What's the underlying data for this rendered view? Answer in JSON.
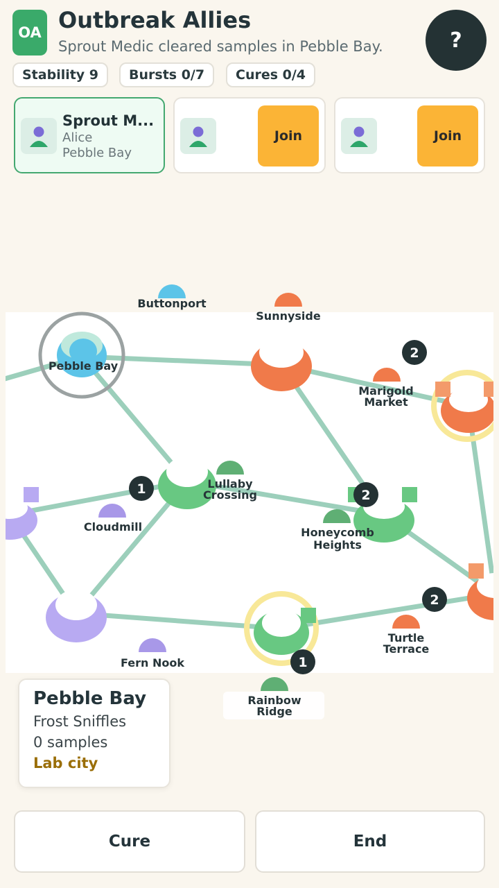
{
  "header": {
    "badge": "OA",
    "title": "Outbreak Allies",
    "subtitle": "Sprout Medic cleared samples in Pebble Bay.",
    "help_label": "?"
  },
  "stats": {
    "stability": "Stability 9",
    "bursts": "Bursts 0/7",
    "cures": "Cures 0/4"
  },
  "players": [
    {
      "name": "Sprout M...",
      "user": "Alice",
      "location": "Pebble Bay",
      "active": true
    },
    {
      "join_label": "Join"
    },
    {
      "join_label": "Join"
    }
  ],
  "colors": {
    "green": "#4fc07a",
    "orange": "#f07a4a",
    "blue": "#5cc4e8",
    "purple": "#a898e8",
    "highlight": "#f8e898",
    "route": "#9ccfbb",
    "counter": "#243234"
  },
  "cities": [
    {
      "name": "Buttonport",
      "color": "blue",
      "type": "pin"
    },
    {
      "name": "Sunnyside",
      "color": "orange",
      "type": "pin"
    },
    {
      "name": "Pebble Bay",
      "color": "blue",
      "type": "lab",
      "selected": true
    },
    {
      "name": "Marigold Market",
      "color": "orange",
      "type": "pin",
      "label_lines": [
        "Marigold",
        "Market"
      ]
    },
    {
      "name": "Lullaby Crossing",
      "color": "green",
      "type": "pin",
      "label_lines": [
        "Lullaby",
        "Crossing"
      ]
    },
    {
      "name": "Cloudmill",
      "color": "purple",
      "type": "pin"
    },
    {
      "name": "Honeycomb Heights",
      "color": "green",
      "type": "pin",
      "label_lines": [
        "Honeycomb",
        "Heights"
      ]
    },
    {
      "name": "Fern Nook",
      "color": "purple",
      "type": "pin"
    },
    {
      "name": "Turtle Terrace",
      "color": "orange",
      "type": "pin",
      "label_lines": [
        "Turtle",
        "Terrace"
      ]
    },
    {
      "name": "Rainbow Ridge",
      "color": "green",
      "type": "pin",
      "label_lines": [
        "Rainbow",
        "Ridge"
      ]
    }
  ],
  "outbreak_counters": [
    "2",
    "1",
    "2",
    "2",
    "1"
  ],
  "selected_city": {
    "name": "Pebble Bay",
    "disease": "Frost Sniffles",
    "samples": "0 samples",
    "tag": "Lab city"
  },
  "actions": {
    "cure": "Cure",
    "end": "End"
  }
}
